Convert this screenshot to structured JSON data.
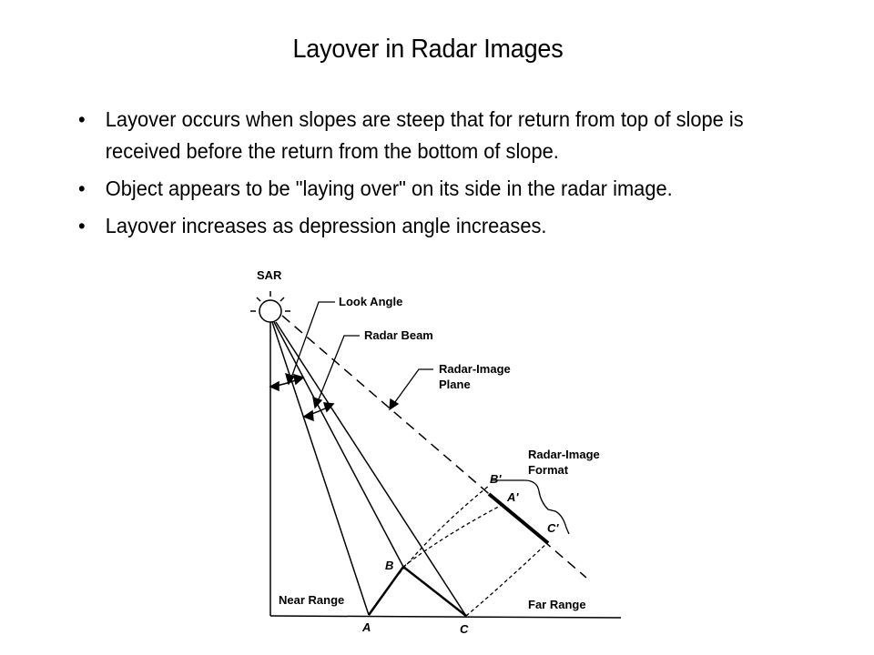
{
  "title": "Layover in Radar Images",
  "bullets": [
    "Layover occurs when slopes are steep that for return from top of slope is received before the return from the bottom of slope.",
    "Object appears to be \"laying over\" on its side in the radar image.",
    "Layover increases as depression angle increases."
  ],
  "diagram": {
    "sar": "SAR",
    "look_angle": "Look Angle",
    "radar_beam": "Radar Beam",
    "radar_image_plane_1": "Radar-Image",
    "radar_image_plane_2": "Plane",
    "radar_image_format_1": "Radar-Image",
    "radar_image_format_2": "Format",
    "near_range": "Near Range",
    "far_range": "Far Range",
    "point_a": "A",
    "point_b": "B",
    "point_c": "C",
    "point_a_prime": "A'",
    "point_b_prime": "B'",
    "point_c_prime": "C'"
  }
}
